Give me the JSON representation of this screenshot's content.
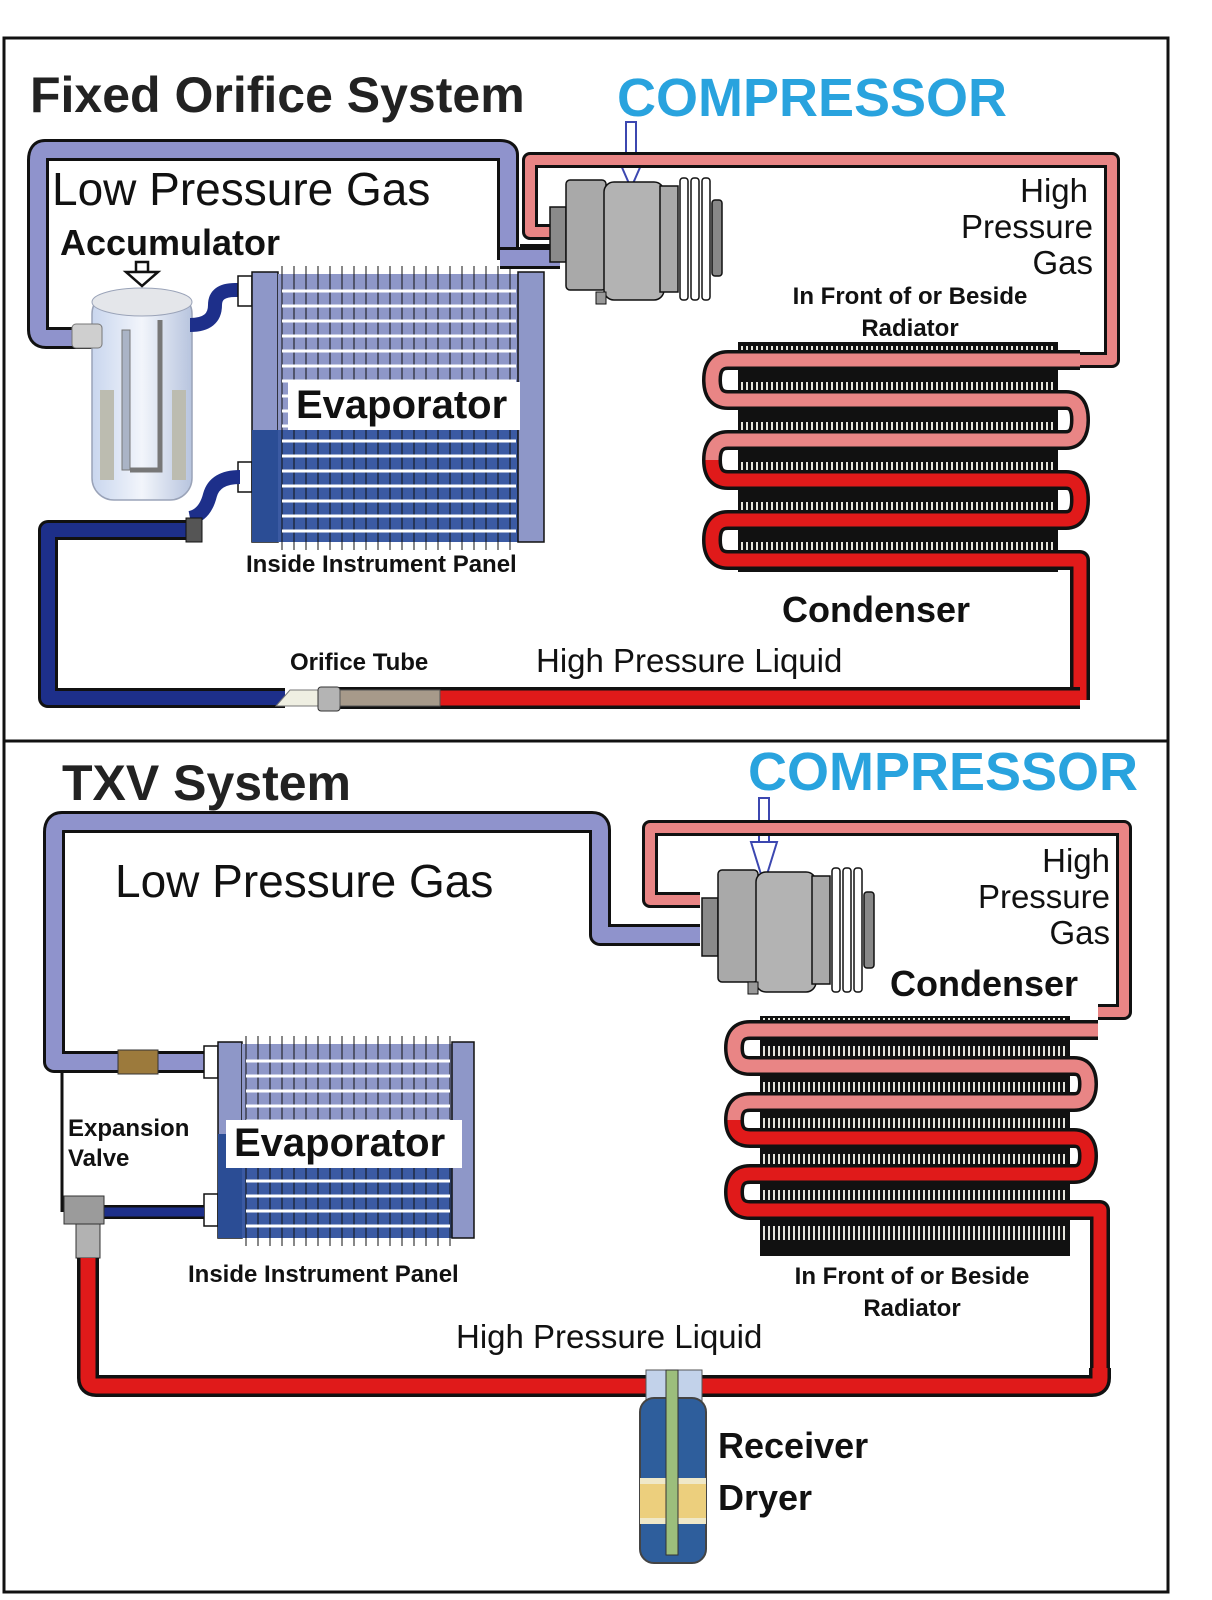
{
  "colors": {
    "low_pressure_gas": "#8f93cc",
    "low_pressure_liquid": "#1d2f8a",
    "high_pressure_gas": "#e98585",
    "high_pressure_liquid": "#e01a1a",
    "compressor_label": "#29a3de",
    "evaporator_light": "#8e97c8",
    "evaporator_dark": "#2b4d95",
    "compressor_body": "#b3b3b3",
    "receiver_body": "#2e5e9c",
    "receiver_desiccant": "#eccf7d",
    "receiver_tube": "#9cbe7c"
  },
  "fixed_orifice": {
    "title": "Fixed Orifice System",
    "compressor_label": "COMPRESSOR",
    "low_pressure_gas": "Low Pressure Gas",
    "accumulator": "Accumulator",
    "high_pressure_gas": [
      "High",
      "Pressure",
      "Gas"
    ],
    "condenser_location": [
      "In Front of or Beside",
      "Radiator"
    ],
    "evaporator": "Evaporator",
    "evaporator_location": "Inside Instrument Panel",
    "condenser": "Condenser",
    "orifice_tube": "Orifice Tube",
    "high_pressure_liquid": "High Pressure Liquid"
  },
  "txv": {
    "title": "TXV System",
    "compressor_label": "COMPRESSOR",
    "low_pressure_gas": "Low Pressure Gas",
    "high_pressure_gas": [
      "High",
      "Pressure",
      "Gas"
    ],
    "condenser": "Condenser",
    "expansion_valve": [
      "Expansion",
      "Valve"
    ],
    "evaporator": "Evaporator",
    "evaporator_location": "Inside Instrument Panel",
    "condenser_location": [
      "In Front of or Beside",
      "Radiator"
    ],
    "high_pressure_liquid": "High Pressure Liquid",
    "receiver_dryer": [
      "Receiver",
      "Dryer"
    ]
  }
}
